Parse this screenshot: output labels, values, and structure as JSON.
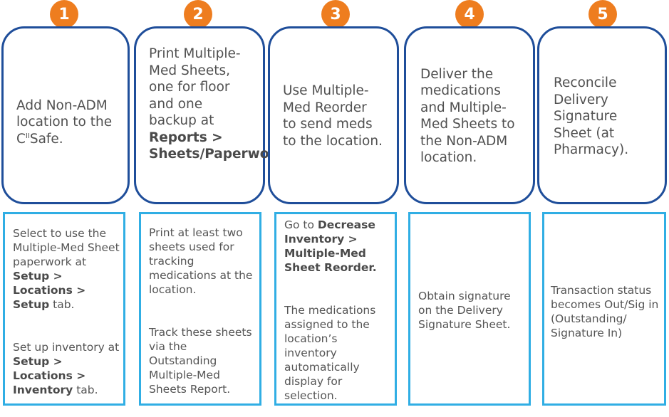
{
  "steps": [
    {
      "number": "1",
      "action": [
        "Add Non-ADM location to the C",
        "II",
        "Safe."
      ],
      "detail": [
        [
          "Select to use the Multiple-Med Sheet paperwork at ",
          "Setup > Locations > Setup",
          " tab."
        ],
        [
          "Set up inventory at ",
          "Setup > Locations > Inventory",
          " tab."
        ]
      ]
    },
    {
      "number": "2",
      "action": [
        "Print Multiple-Med Sheets, one for floor and one backup at ",
        "Reports > Sheets/Paperwork."
      ],
      "detail": [
        "Print at least two sheets used for tracking medications at the location.",
        "Track these sheets via the Outstanding Multiple-Med Sheets Report."
      ]
    },
    {
      "number": "3",
      "action": "Use Multiple-Med Reorder to send meds to the location.",
      "detail": [
        [
          "Go to ",
          "Decrease Inventory > Multiple-Med Sheet Reorder."
        ],
        "The medications assigned to the location’s inventory automatically display for selection."
      ]
    },
    {
      "number": "4",
      "action": "Deliver the medications and Multiple-Med Sheets to the Non-ADM location.",
      "detail": "Obtain signature on the Delivery Signature Sheet."
    },
    {
      "number": "5",
      "action": "Reconcile Delivery Signature Sheet (at Pharmacy).",
      "detail": "Transaction status becomes Out/Sig in (Outstanding/ Signature In)"
    }
  ],
  "colors": {
    "badge": "#ee7d1f",
    "top_border": "#1f4e9a",
    "bottom_border": "#30aee4"
  }
}
